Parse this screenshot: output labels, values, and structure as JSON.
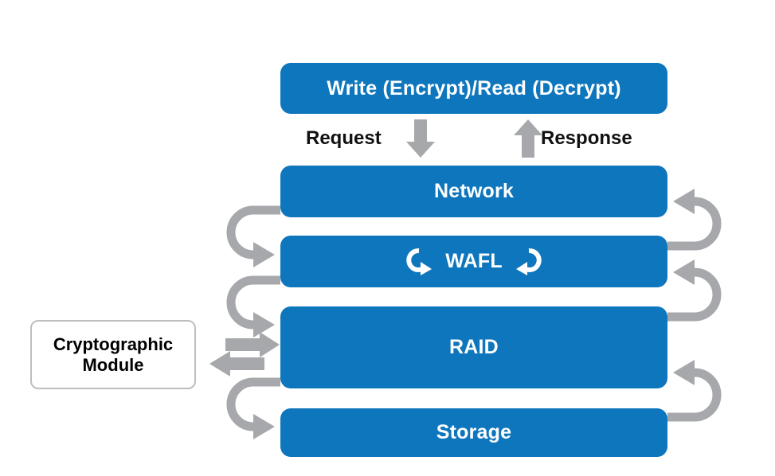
{
  "diagram": {
    "title": "NetApp storage encryption layer flow",
    "colors": {
      "layer_blue": "#0E76BC",
      "arrow_gray": "#A6A8AB",
      "crypto_border": "#BCBEC0",
      "label_black": "#111111",
      "background": "#FFFFFF"
    },
    "header_box": {
      "label": "Write (Encrypt)/Read (Decrypt)"
    },
    "flow_labels": {
      "request": "Request",
      "response": "Response"
    },
    "flow_icons": {
      "request_arrow": "arrow-down-icon",
      "response_arrow": "arrow-up-icon"
    },
    "layers": [
      {
        "id": "network",
        "label": "Network"
      },
      {
        "id": "wafl",
        "label": "WAFL"
      },
      {
        "id": "raid",
        "label": "RAID"
      },
      {
        "id": "storage",
        "label": "Storage"
      }
    ],
    "wafl_icons": {
      "left": "circular-arrow-clockwise-icon",
      "right": "circular-arrow-counterclockwise-icon"
    },
    "crypto_module": {
      "line1": "Cryptographic",
      "line2": "Module"
    },
    "connector_arrows": {
      "left_uturn_count": 3,
      "right_uturn_count": 3,
      "crypto_to_raid": "arrow-right-icon",
      "raid_to_crypto": "arrow-left-icon"
    }
  }
}
